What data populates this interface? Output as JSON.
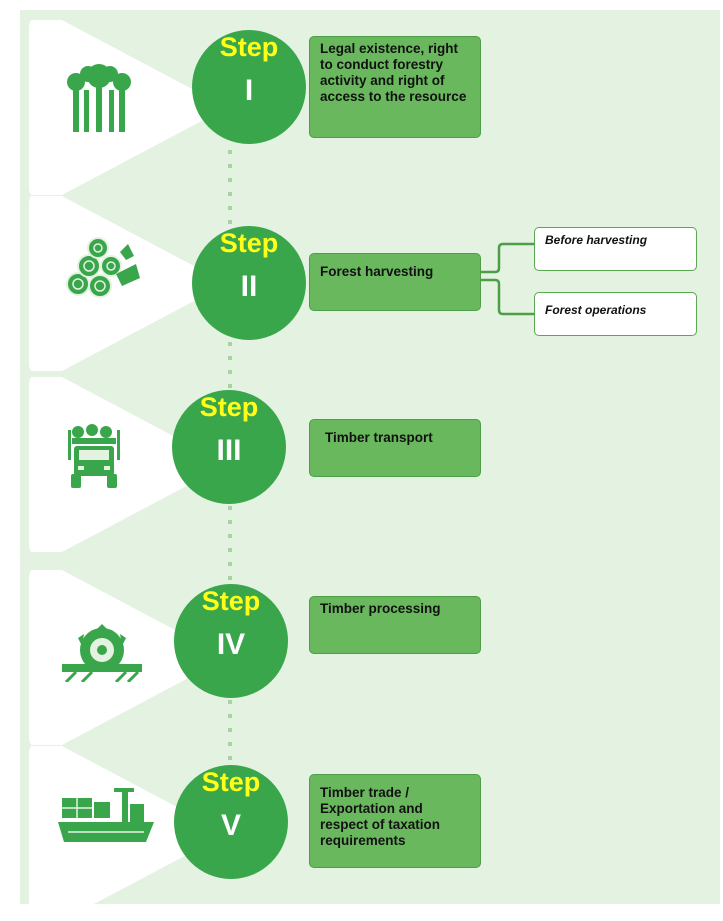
{
  "steps": [
    {
      "word": "Step",
      "numeral": "I",
      "text": "Legal existence, right to conduct forestry activity and right of access to the resource",
      "icon": "trees-icon"
    },
    {
      "word": "Step",
      "numeral": "II",
      "text": "Forest harvesting",
      "icon": "logs-icon"
    },
    {
      "word": "Step",
      "numeral": "III",
      "text": "Timber transport",
      "icon": "log-truck-icon"
    },
    {
      "word": "Step",
      "numeral": "IV",
      "text": "Timber processing",
      "icon": "saw-blade-icon"
    },
    {
      "word": "Step",
      "numeral": "V",
      "text": "Timber trade / Exportation and respect of taxation requirements",
      "icon": "cargo-ship-icon"
    }
  ],
  "harvesting_branches": [
    "Before harvesting",
    "Forest operations"
  ],
  "colors": {
    "background": "#e3f2e1",
    "circle": "#3aa64b",
    "box": "#6ab85e",
    "step_word": "#ffff1a",
    "step_numeral": "#ffffff",
    "icon": "#3aa64b",
    "connector": "#a8d4a0"
  }
}
